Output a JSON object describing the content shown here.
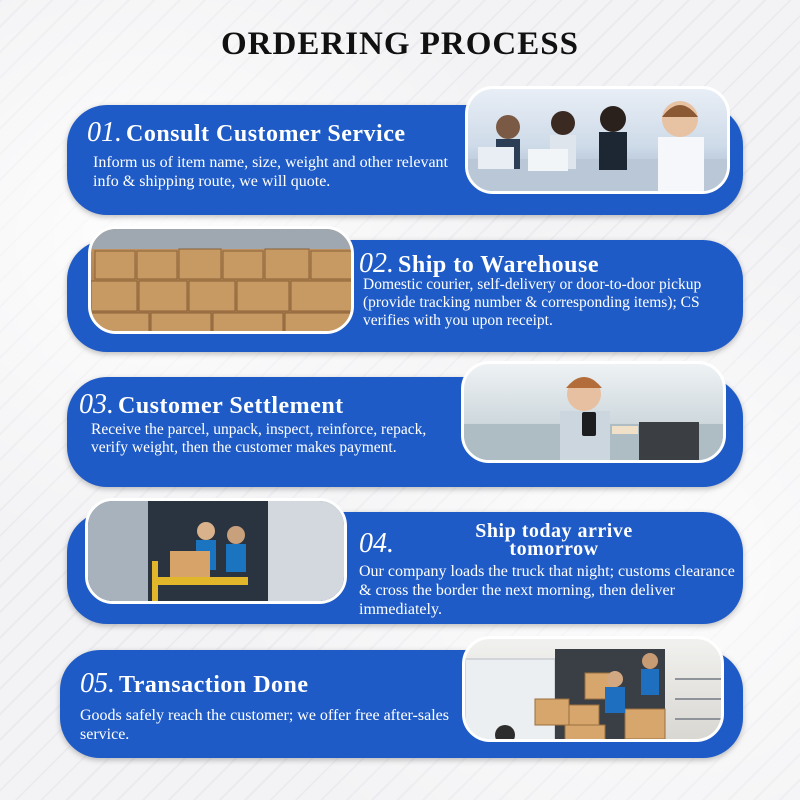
{
  "title": "ORDERING PROCESS",
  "steps": [
    {
      "number": "01.",
      "title": "Consult Customer Service",
      "desc": "Inform us of item name, size, weight and other relevant info & shipping route, we will quote.",
      "photo_icon": "customer-service-agents-photo"
    },
    {
      "number": "02.",
      "title": "Ship to Warehouse",
      "desc": "Domestic courier, self-delivery or door-to-door pickup (provide tracking number & corresponding items); CS verifies with you upon receipt.",
      "photo_icon": "warehouse-boxes-photo"
    },
    {
      "number": "03.",
      "title": "Customer Settlement",
      "desc": "Receive the parcel, unpack, inspect, reinforce, repack, verify weight, then the customer makes payment.",
      "photo_icon": "card-payment-photo"
    },
    {
      "number": "04.",
      "title": "Ship today arrive tomorrow",
      "desc": "Our company loads the truck that night; customs clearance & cross the border the next morning, then deliver immediately.",
      "photo_icon": "truck-loading-photo"
    },
    {
      "number": "05.",
      "title": "Transaction Done",
      "desc": "Goods safely reach the customer; we offer free after-sales service.",
      "photo_icon": "delivery-van-photo"
    }
  ],
  "colors": {
    "card": "#1f5bc6",
    "text": "#ffffff",
    "title": "#111111"
  }
}
